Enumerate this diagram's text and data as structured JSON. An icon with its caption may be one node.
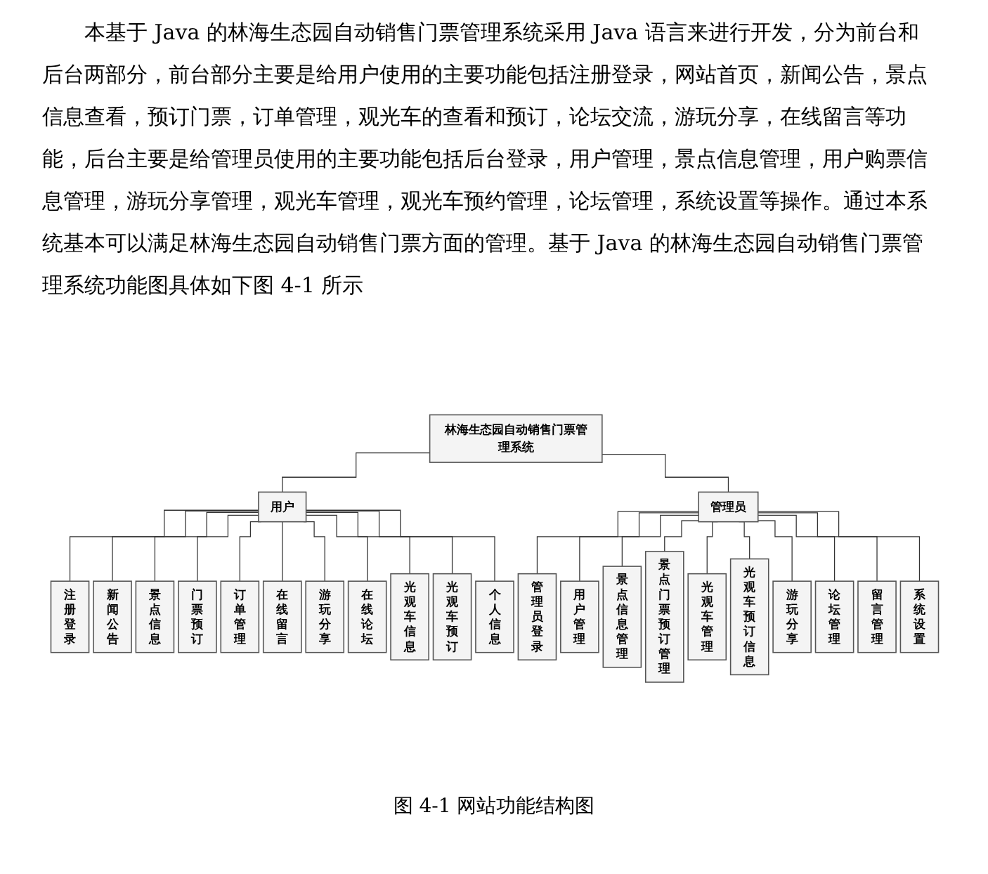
{
  "diagram": {
    "caption": "图 4-1 网站功能结构图",
    "nodes": [
      {
        "text": [
          "林海生态园自动销售门票管理系统"
        ]
      },
      {
        "text": [
          "用户"
        ]
      },
      {
        "text": [
          "管理员"
        ]
      },
      {
        "text": [
          "注册登录"
        ]
      },
      {
        "text": [
          "新闻公告"
        ]
      },
      {
        "text": [
          "景点信息"
        ]
      },
      {
        "text": [
          "门票预订"
        ]
      },
      {
        "text": [
          "订单管理"
        ]
      },
      {
        "text": [
          "在线留言"
        ]
      },
      {
        "text": [
          "游玩分享"
        ]
      },
      {
        "text": [
          "在线论坛"
        ]
      },
      {
        "text": [
          "光观车信息"
        ]
      },
      {
        "text": [
          "光观车预订"
        ]
      },
      {
        "text": [
          "个人信息"
        ]
      },
      {
        "text": [
          "管理员登录"
        ]
      },
      {
        "text": [
          "用户管理"
        ]
      },
      {
        "text": [
          "景点信息管理"
        ]
      },
      {
        "text": [
          "景点门票预订管理"
        ]
      },
      {
        "text": [
          "光观车管理"
        ]
      },
      {
        "text": [
          "光观车预订信息"
        ]
      },
      {
        "text": [
          "游玩分享"
        ]
      },
      {
        "text": [
          "论坛管理"
        ]
      },
      {
        "text": [
          "留言管理"
        ]
      },
      {
        "text": [
          "系统设置"
        ]
      }
    ],
    "edges": [
      {
        "from": 0,
        "to": 1,
        "arrow": "none"
      },
      {
        "from": 0,
        "to": 2,
        "arrow": "none"
      },
      {
        "from": 1,
        "to": 3,
        "arrow": "none"
      },
      {
        "from": 1,
        "to": 4,
        "arrow": "none"
      },
      {
        "from": 1,
        "to": 5,
        "arrow": "none"
      },
      {
        "from": 1,
        "to": 6,
        "arrow": "none"
      },
      {
        "from": 1,
        "to": 7,
        "arrow": "none"
      },
      {
        "from": 1,
        "to": 8,
        "arrow": "none"
      },
      {
        "from": 1,
        "to": 9,
        "arrow": "none"
      },
      {
        "from": 1,
        "to": 10,
        "arrow": "none"
      },
      {
        "from": 1,
        "to": 11,
        "arrow": "none"
      },
      {
        "from": 1,
        "to": 12,
        "arrow": "none"
      },
      {
        "from": 1,
        "to": 13,
        "arrow": "none"
      },
      {
        "from": 2,
        "to": 14,
        "arrow": "none"
      },
      {
        "from": 2,
        "to": 15,
        "arrow": "none"
      },
      {
        "from": 2,
        "to": 16,
        "arrow": "none"
      },
      {
        "from": 2,
        "to": 17,
        "arrow": "none"
      },
      {
        "from": 2,
        "to": 18,
        "arrow": "none"
      },
      {
        "from": 2,
        "to": 19,
        "arrow": "none"
      },
      {
        "from": 2,
        "to": 20,
        "arrow": "none"
      },
      {
        "from": 2,
        "to": 21,
        "arrow": "none"
      },
      {
        "from": 2,
        "to": 22,
        "arrow": "none"
      },
      {
        "from": 2,
        "to": 23,
        "arrow": "none"
      }
    ],
    "labels": [
      "本基于 Java 的林海生态园自动销售门票管理系统采用 Java 语言来进行开发，分为前台和后台两部分，前台部分主要是给用户使用的主要功能包括注册登录，网站首页，新闻公告，景点信息查看，预订门票，订单管理，观光车的查看和预订，论坛交流，游玩分享，在线留言等功能，后台主要是给管理员使用的主要功能包括后台登录，用户管理，景点信息管理，用户购票信息管理，游玩分享管理，观光车管理，观光车预约管理，论坛管理，系统设置等操作。通过本系统基本可以满足林海生态园自动销售门票方面的管理。基于 Java 的林海生态园自动销售门票管理系统功能图具体如下图 4-1 所示"
    ]
  }
}
